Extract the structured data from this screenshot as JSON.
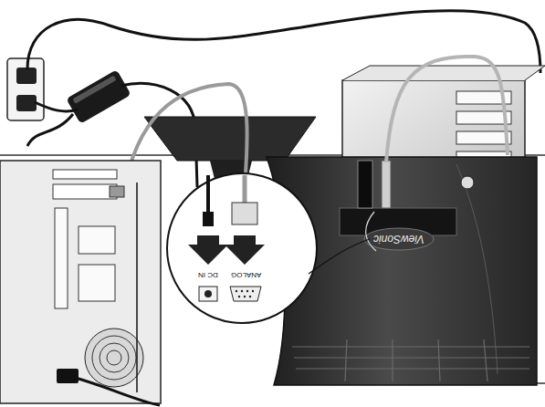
{
  "diagram": {
    "labels": [
      "DC IN",
      "ANALOG",
      "ViewSonic"
    ]
  }
}
